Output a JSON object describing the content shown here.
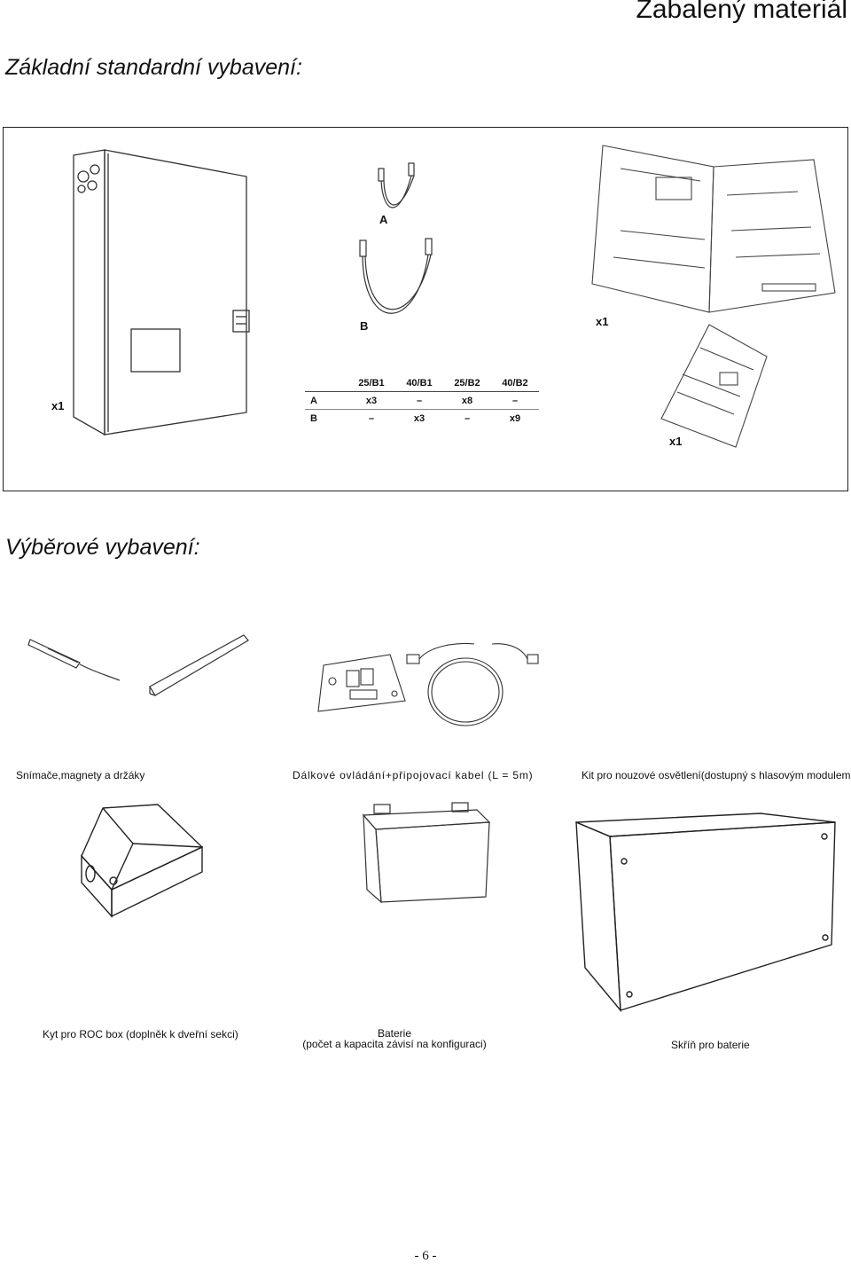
{
  "header": {
    "title": "Zabalený materiál"
  },
  "standard": {
    "heading": "Základní  standardní  vybavení:",
    "labels": {
      "cabinet_qty": "x1",
      "cable_a": "A",
      "cable_b": "B",
      "manual_qty": "x1",
      "booklet_qty": "x1"
    },
    "table": {
      "columns": [
        "25/B1",
        "40/B1",
        "25/B2",
        "40/B2"
      ],
      "rows": [
        {
          "label": "A",
          "values": [
            "x3",
            "–",
            "x8",
            "–"
          ]
        },
        {
          "label": "B",
          "values": [
            "–",
            "x3",
            "–",
            "x9"
          ]
        }
      ]
    }
  },
  "optional": {
    "heading": "Výběrové vybavení:",
    "items": [
      {
        "caption": "Snímače,magnety a držáky"
      },
      {
        "caption": "Dálkové ovládání+připojovací kabel (L = 5m)"
      },
      {
        "caption": "Kit pro nouzové osvětlení(dostupný s hlasovým modulem)"
      },
      {
        "caption": "Kyt pro ROC box (doplněk k dveřní sekci)"
      },
      {
        "caption_line1": "Baterie",
        "caption_line2": "(počet a kapacita závisí na konfiguraci)"
      },
      {
        "caption": "Skříň pro baterie"
      }
    ]
  },
  "footer": {
    "page_number": "- 6 -"
  }
}
